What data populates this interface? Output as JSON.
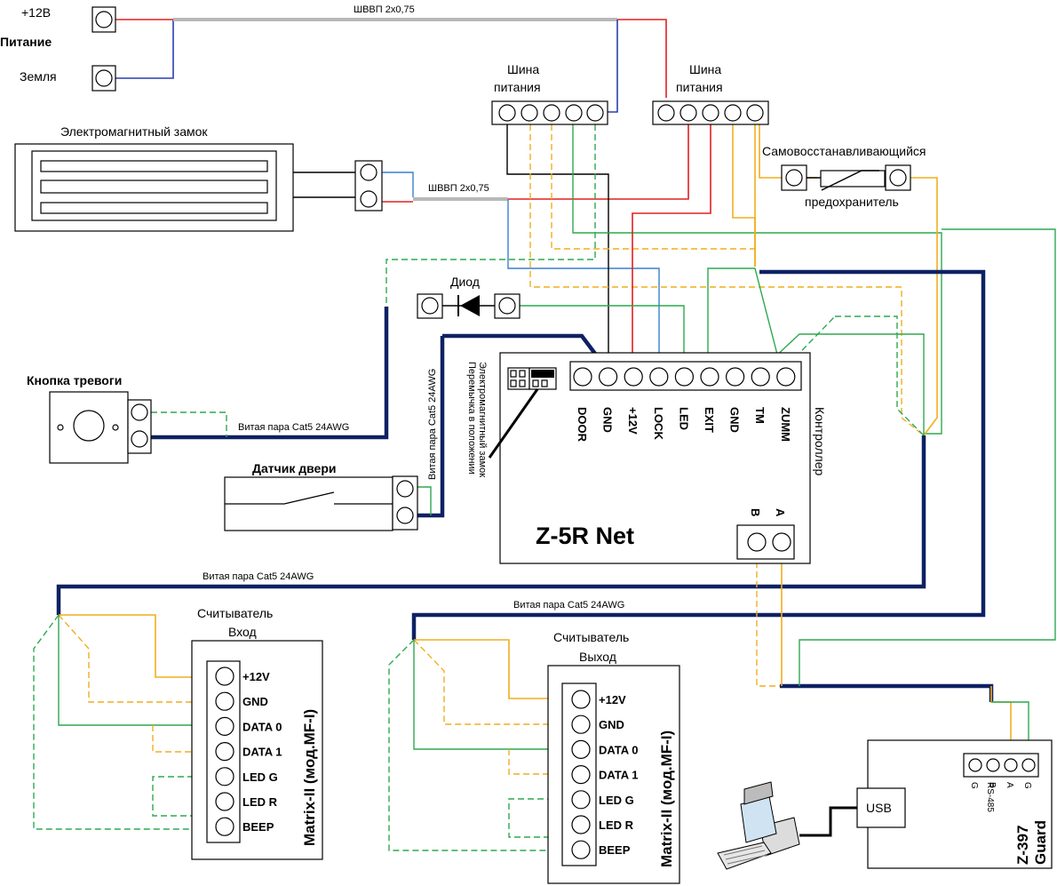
{
  "power": {
    "plus12_label": "+12В",
    "title": "Питание",
    "ground_label": "Земля",
    "cable_label": "ШВВП 2х0,75"
  },
  "bus_left": {
    "label_line1": "Шина",
    "label_line2": "питания"
  },
  "bus_right": {
    "label_line1": "Шина",
    "label_line2": "питания"
  },
  "lock": {
    "title": "Электромагнитный замок",
    "cable_label": "ШВВП 2х0,75"
  },
  "fuse": {
    "label_top": "Самовосстанавливающийся",
    "label_bottom": "предохранитель"
  },
  "diode": {
    "label": "Диод"
  },
  "alarm_button": {
    "title": "Кнопка тревоги",
    "cable_label": "Витая пара Cat5 24AWG"
  },
  "door_sensor": {
    "title": "Датчик двери",
    "cable_label": "Витая пара Cat5 24AWG"
  },
  "jumper": {
    "label_line1": "Перемычка в положении",
    "label_line2": "Электромагнитный замок"
  },
  "controller": {
    "model": "Z-5R Net",
    "side_label": "Контроллер",
    "pins": [
      "DOOR",
      "GND",
      "+12V",
      "LOCK",
      "LED",
      "EXIT",
      "GND",
      "TM",
      "ZUMM"
    ],
    "rs485_pins": [
      "B",
      "A"
    ]
  },
  "cable_cat5_entry": "Витая пара Cat5 24AWG",
  "cable_cat5_exit": "Витая пара Cat5 24AWG",
  "reader_entry": {
    "title_line1": "Считыватель",
    "title_line2": "Вход",
    "model": "Matrix-II (мод.MF-I)",
    "pins": [
      "+12V",
      "GND",
      "DATA 0",
      "DATA 1",
      "LED G",
      "LED R",
      "BEEP"
    ]
  },
  "reader_exit": {
    "title_line1": "Считыватель",
    "title_line2": "Выход",
    "model": "Matrix-II (мод.MF-I)",
    "pins": [
      "+12V",
      "GND",
      "DATA 0",
      "DATA 1",
      "LED G",
      "LED R",
      "BEEP"
    ]
  },
  "converter": {
    "model_line1": "Z-397",
    "model_line2": "Guard",
    "usb_label": "USB",
    "rs485_label": "RS-485",
    "pins": [
      "G",
      "B",
      "A",
      "G"
    ]
  },
  "colors": {
    "red": "#e02020",
    "blue": "#2a3fb0",
    "green": "#2fa84f",
    "yellow": "#f0ae1e",
    "navy": "#0e2163",
    "gray": "#b8b8b8"
  }
}
